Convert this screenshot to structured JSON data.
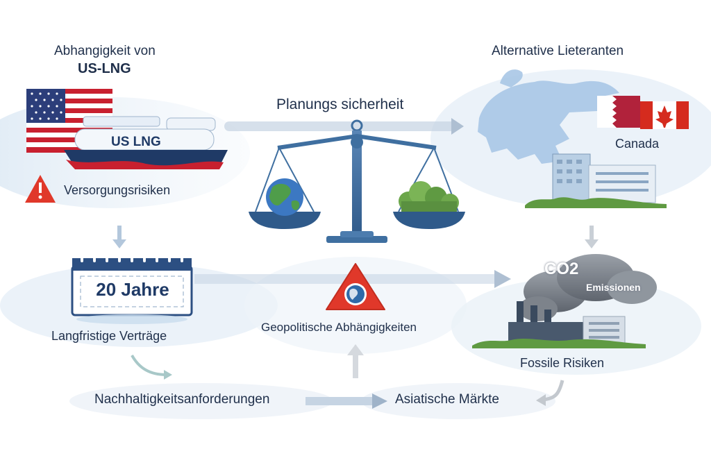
{
  "colors": {
    "primary_navy": "#1f3a66",
    "scale_blue": "#3f6fa0",
    "warning_red": "#e0382a",
    "soft_blue_bg": "#dce9f5",
    "arrow_grey": "#b9cadb"
  },
  "us_lng_section": {
    "title_line1": "Abhangigkeit von",
    "title_line2": "US-LNG",
    "ship_label": "US LNG",
    "risk_label": "Versorgungsrisiken",
    "icons": [
      "us-flag-icon",
      "lng-tanker-icon",
      "warning-icon"
    ]
  },
  "center_section": {
    "title": "Planungs sicherheit",
    "icons": [
      "balance-scale-icon",
      "globe-icon",
      "trees-icon",
      "geopolitical-warning-icon"
    ],
    "geo_label": "Geopolitische Abhängigkeiten"
  },
  "alternative_section": {
    "title": "Alternative Lieteranten",
    "country_label": "Canada",
    "icons": [
      "europe-map-icon",
      "qatar-flag-icon",
      "canada-flag-icon",
      "office-building-icon"
    ]
  },
  "contracts_section": {
    "calendar_text": "20 Jahre",
    "label": "Langfristige Verträge",
    "icons": [
      "calendar-icon"
    ]
  },
  "fossil_section": {
    "co2_label": "CO2",
    "emissions_label": "Emissionen",
    "label": "Fossile Risiken",
    "icons": [
      "factory-icon",
      "smoke-cloud-icon"
    ]
  },
  "bottom_row": {
    "sustainability_label": "Nachhaltigkeitsanforderungen",
    "asia_label": "Asiatische Märkte"
  }
}
